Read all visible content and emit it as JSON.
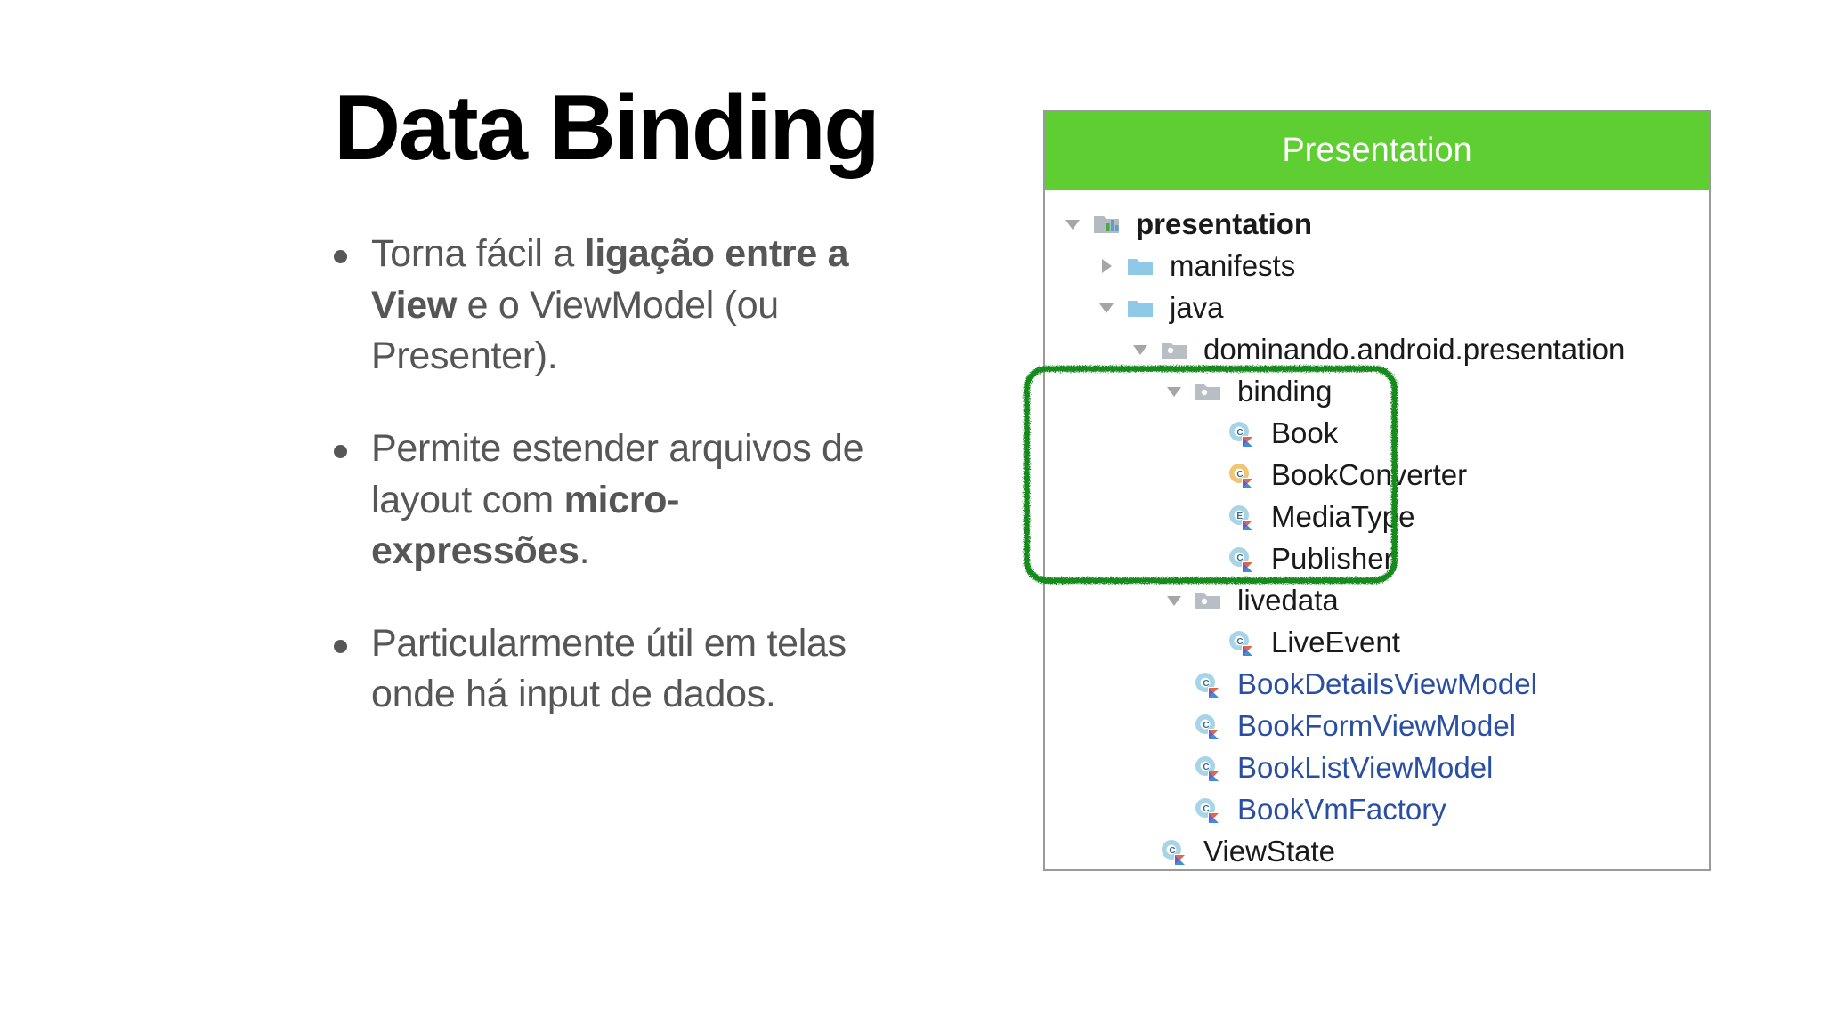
{
  "slide": {
    "title": "Data Binding",
    "bullets": [
      {
        "id": "bullet-data-binding-ligacao",
        "segments": [
          {
            "text": "Torna fácil a ",
            "bold": false
          },
          {
            "text": "ligação entre a View",
            "bold": true
          },
          {
            "text": " e o ViewModel (ou Presenter).",
            "bold": false
          }
        ],
        "plain": "Torna fácil a ligação entre a View e o ViewModel (ou Presenter)."
      },
      {
        "id": "bullet-micro-expressoes",
        "segments": [
          {
            "text": "Permite estender arquivos de layout com ",
            "bold": false
          },
          {
            "text": "micro-expressões",
            "bold": true
          },
          {
            "text": ".",
            "bold": false
          }
        ],
        "plain": "Permite estender arquivos de layout com micro-expressões."
      },
      {
        "id": "bullet-input-de-dados",
        "segments": [
          {
            "text": "Particularmente útil em telas onde há input de dados.",
            "bold": false
          }
        ],
        "plain": "Particularmente útil em telas onde há input de dados."
      }
    ]
  },
  "ide_panel": {
    "header_label": "Presentation",
    "header_color": "#5fce33",
    "highlight_color": "#128a1b",
    "link_color": "#2a4fa2",
    "tree": [
      {
        "label": "presentation",
        "indent": 0,
        "twisty": "expanded",
        "icon": "android-module-icon",
        "style": "bold"
      },
      {
        "label": "manifests",
        "indent": 1,
        "twisty": "collapsed",
        "icon": "folder-icon",
        "style": "normal"
      },
      {
        "label": "java",
        "indent": 1,
        "twisty": "expanded",
        "icon": "folder-icon",
        "style": "normal"
      },
      {
        "label": "dominando.android.presentation",
        "indent": 2,
        "twisty": "expanded",
        "icon": "package-icon",
        "style": "normal"
      },
      {
        "label": "binding",
        "indent": 3,
        "twisty": "expanded",
        "icon": "package-icon",
        "style": "normal"
      },
      {
        "label": "Book",
        "indent": 4,
        "twisty": "none",
        "icon": "kotlin-class-icon",
        "style": "normal"
      },
      {
        "label": "BookConverter",
        "indent": 4,
        "twisty": "none",
        "icon": "kotlin-object-icon",
        "style": "normal"
      },
      {
        "label": "MediaType",
        "indent": 4,
        "twisty": "none",
        "icon": "kotlin-enum-icon",
        "style": "normal"
      },
      {
        "label": "Publisher",
        "indent": 4,
        "twisty": "none",
        "icon": "kotlin-class-icon",
        "style": "normal"
      },
      {
        "label": "livedata",
        "indent": 3,
        "twisty": "expanded",
        "icon": "package-icon",
        "style": "normal"
      },
      {
        "label": "LiveEvent",
        "indent": 4,
        "twisty": "none",
        "icon": "kotlin-class-icon",
        "style": "normal"
      },
      {
        "label": "BookDetailsViewModel",
        "indent": 3,
        "twisty": "none",
        "icon": "kotlin-class-icon",
        "style": "blue"
      },
      {
        "label": "BookFormViewModel",
        "indent": 3,
        "twisty": "none",
        "icon": "kotlin-class-icon",
        "style": "blue"
      },
      {
        "label": "BookListViewModel",
        "indent": 3,
        "twisty": "none",
        "icon": "kotlin-class-icon",
        "style": "blue"
      },
      {
        "label": "BookVmFactory",
        "indent": 3,
        "twisty": "none",
        "icon": "kotlin-class-icon",
        "style": "blue"
      },
      {
        "label": "ViewState",
        "indent": 2,
        "twisty": "none",
        "icon": "kotlin-class-icon",
        "style": "normal"
      }
    ],
    "highlighted_items": [
      "binding",
      "Book",
      "BookConverter",
      "MediaType",
      "Publisher"
    ]
  }
}
